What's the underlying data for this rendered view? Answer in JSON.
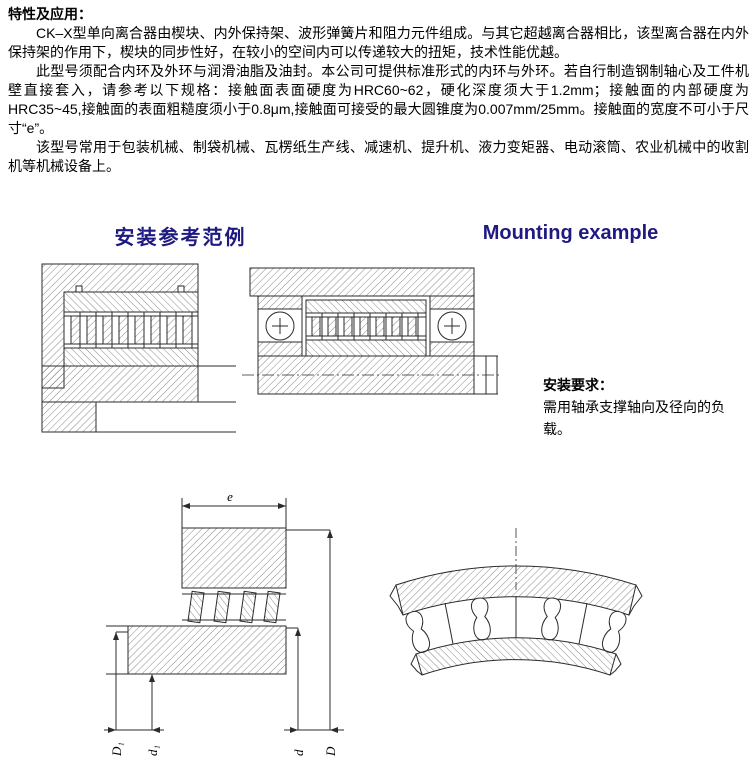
{
  "page": {
    "background": "#ffffff",
    "text_color": "#000000"
  },
  "intro": {
    "heading": "特性及应用：",
    "paragraphs": [
      "CK–X型单向离合器由楔块、内外保持架、波形弹簧片和阻力元件组成。与其它超越离合器相比，该型离合器在内外保持架的作用下，楔块的同步性好，在较小的空间内可以传递较大的扭矩，技术性能优越。",
      "此型号须配合内环及外环与润滑油脂及油封。本公司可提供标准形式的内环与外环。若自行制造钢制轴心及工件机壁直接套入，请参考以下规格：接触面表面硬度为HRC60~62，硬化深度须大于1.2mm；接触面的内部硬度为HRC35~45,接触面的表面粗糙度须小于0.8μm,接触面可接受的最大圆锥度为0.007mm/25mm。接触面的宽度不可小于尺寸“e”。",
      "该型号常用于包装机械、制袋机械、瓦楞纸生产线、减速机、提升机、液力变矩器、电动滚筒、农业机械中的收割机等机械设备上。"
    ]
  },
  "section": {
    "title_zh": "安装参考范例",
    "title_en": "Mounting example",
    "title_color": "#1e1a82"
  },
  "mounting_note": {
    "heading": "安装要求：",
    "text": "需用轴承支撑轴向及径向的负载。"
  },
  "dimensions": {
    "e": "e",
    "D1": "D₁",
    "d1": "d₁",
    "d": "d",
    "D": "D"
  }
}
